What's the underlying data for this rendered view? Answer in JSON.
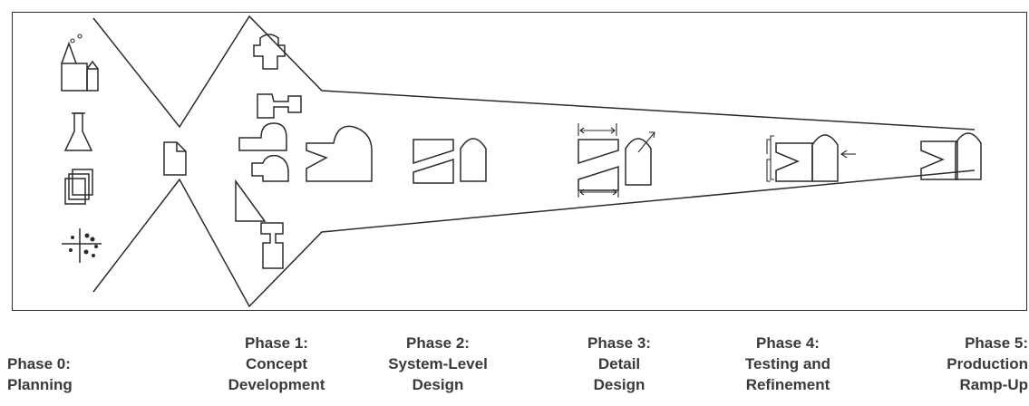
{
  "phases": [
    {
      "id": "phase-0",
      "lines": [
        "Phase 0:",
        "Planning"
      ]
    },
    {
      "id": "phase-1",
      "lines": [
        "Phase 1:",
        "Concept",
        "Development"
      ]
    },
    {
      "id": "phase-2",
      "lines": [
        "Phase 2:",
        "System-Level",
        "Design"
      ]
    },
    {
      "id": "phase-3",
      "lines": [
        "Phase 3:",
        "Detail",
        "Design"
      ]
    },
    {
      "id": "phase-4",
      "lines": [
        "Phase 4:",
        "Testing and",
        "Refinement"
      ]
    },
    {
      "id": "phase-5",
      "lines": [
        "Phase 5:",
        "Production",
        "Ramp-Up"
      ]
    }
  ],
  "colors": {
    "line": "#2b2b2b",
    "text": "#3a3a3a",
    "background": "#ffffff"
  },
  "icons": [
    "factory-icon",
    "flask-icon",
    "document-stack-icon",
    "scatter-plot-icon",
    "document-icon",
    "concept-sketch-icon",
    "system-parts-icon",
    "detail-parts-icon",
    "tested-parts-icon",
    "production-parts-icon"
  ]
}
